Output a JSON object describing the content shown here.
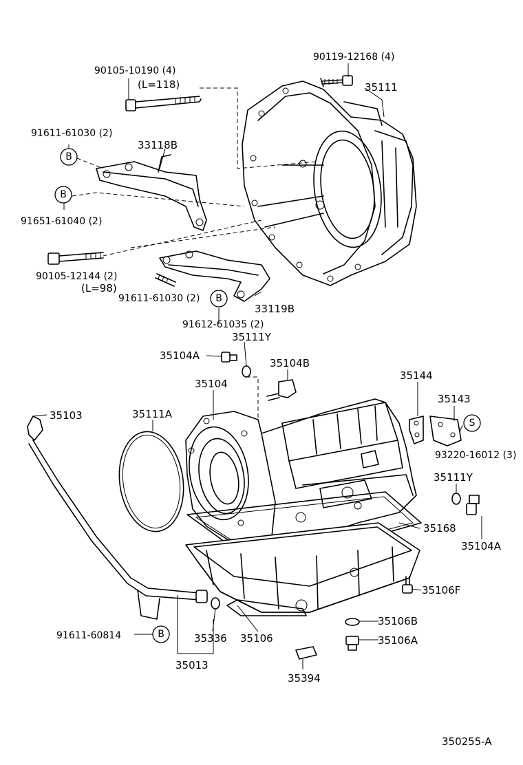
{
  "diagram_id": "350255-A",
  "callouts": {
    "bolt_90105_10190": "90105-10190 (4)",
    "bolt_90105_10190_len": "(L=118)",
    "bolt_90119_12168": "90119-12168 (4)",
    "p35111": "35111",
    "p91611_61030_top": "91611-61030 (2)",
    "p33118B": "33118B",
    "p91651_61040": "91651-61040 (2)",
    "p90105_12144": "90105-12144 (2)",
    "p90105_12144_len": "(L=98)",
    "p91611_61030_mid": "91611-61030 (2)",
    "p33119B": "33119B",
    "p91612_61035": "91612-61035 (2)",
    "p35111Y_top": "35111Y",
    "p35104A_top": "35104A",
    "p35104B": "35104B",
    "p35104": "35104",
    "p35144": "35144",
    "p35143": "35143",
    "p35103": "35103",
    "p35111A": "35111A",
    "p93220_16012": "93220-16012 (3)",
    "p35111Y_right": "35111Y",
    "p35168": "35168",
    "p35104A_right": "35104A",
    "p35106F": "35106F",
    "p91611_60814": "91611-60814",
    "p35336": "35336",
    "p35106": "35106",
    "p35106B": "35106B",
    "p35106A": "35106A",
    "p35013": "35013",
    "p35394": "35394"
  },
  "markers": {
    "b1": "B",
    "b2": "B",
    "b3": "B",
    "b4": "B",
    "s1": "S"
  }
}
